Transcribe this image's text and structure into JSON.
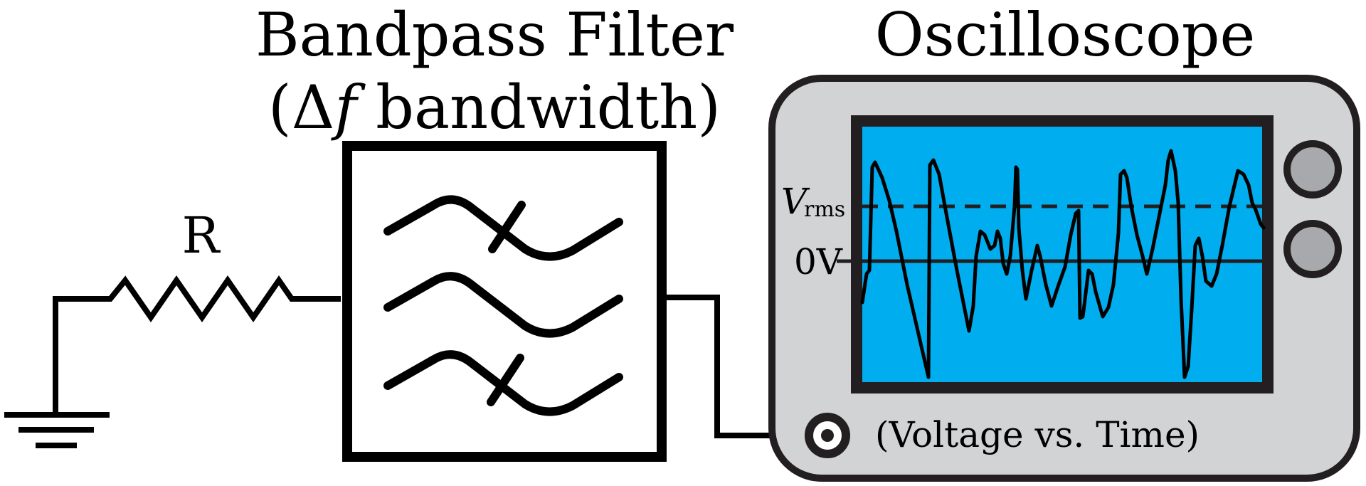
{
  "titles": {
    "filter_line1": "Bandpass Filter",
    "filter_line2_open": "(",
    "filter_delta": "Δ",
    "filter_f": "f",
    "filter_line2_rest": " bandwidth)",
    "oscilloscope": "Oscilloscope"
  },
  "resistor": {
    "label": "R"
  },
  "scope": {
    "vrms_label_main": "V",
    "vrms_label_sub": "rms",
    "zero_label": "0V",
    "caption": "(Voltage vs. Time)"
  },
  "colors": {
    "screen": "#00AEEF",
    "scope_body": "#D1D3D4",
    "knob": "#A7A9AC",
    "outline": "#231F20"
  },
  "icons": {
    "ground": "ground-symbol",
    "filter": "bandpass-filter-symbol",
    "resistor": "resistor-zigzag",
    "input_jack": "bnc-connector"
  }
}
